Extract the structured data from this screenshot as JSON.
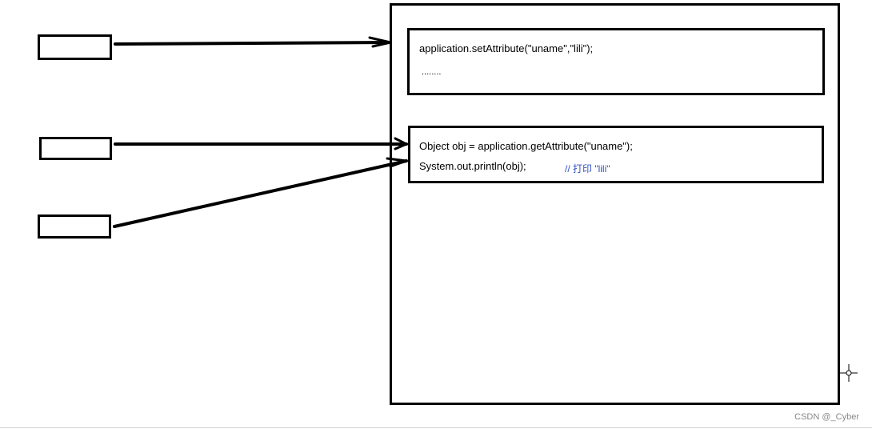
{
  "top_block": {
    "line1": "application.setAttribute(\"uname\",\"lili\");",
    "line2": "........"
  },
  "bottom_block": {
    "line1": "Object obj = application.getAttribute(\"uname\");",
    "line2": "System.out.println(obj);",
    "comment": "// 打印 \"lili\""
  },
  "watermark": "CSDN @_Cyber"
}
